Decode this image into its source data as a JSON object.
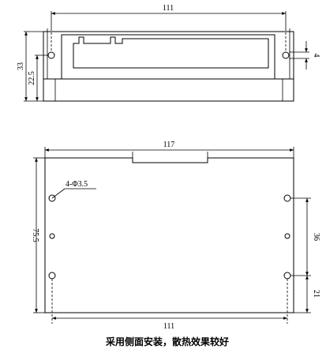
{
  "top_view": {
    "dim_width": "111",
    "dim_height": "33",
    "dim_slot_height": "22.5",
    "dim_slot": "4"
  },
  "bottom_view": {
    "dim_width_top": "117",
    "dim_hole_label": "4-Φ3.5",
    "dim_height": "75.5",
    "dim_hole_spacing": "36",
    "dim_hole_offset": "21",
    "dim_width_bottom": "111"
  },
  "caption": "采用侧面安装，散热效果较好"
}
